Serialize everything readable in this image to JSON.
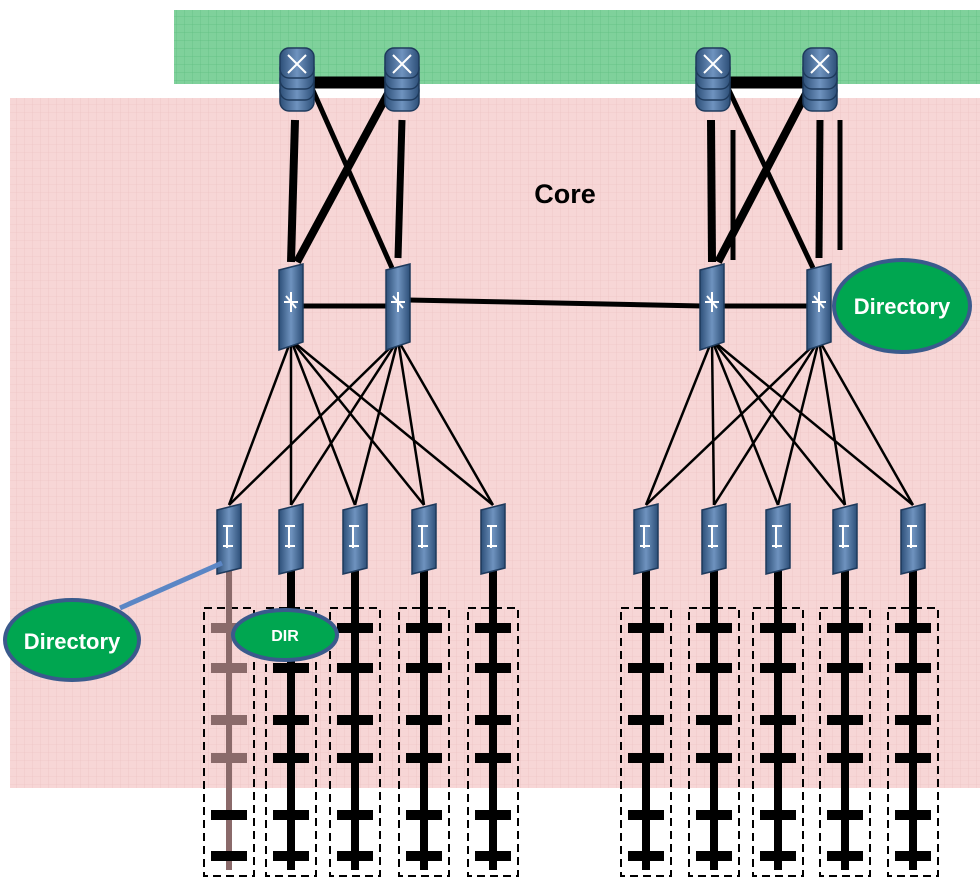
{
  "labels": {
    "core": "Core",
    "directory_left": "Directory",
    "directory_right": "Directory",
    "dir": "DIR"
  },
  "colors": {
    "top_zone": "#7fd19b",
    "core_zone": "#f7d6d6",
    "link": "#000000",
    "directory_link": "#5b86c5",
    "directory_fill": "#00a650",
    "directory_stroke": "#3a5a8c",
    "device": "#4a6f9a",
    "faded_rack": "#8a6a6a",
    "label_text": "#000000",
    "directory_text": "#ffffff"
  },
  "icons": {
    "router": "router-icon",
    "aggregation_switch": "switch-icon",
    "tor_switch": "tor-switch-icon",
    "server": "server-icon"
  },
  "topology": {
    "pods": 2,
    "routers_per_pod": 2,
    "aggregation_switches_per_pod": 2,
    "tor_switches_per_pod": 5,
    "servers_per_rack": 6
  }
}
